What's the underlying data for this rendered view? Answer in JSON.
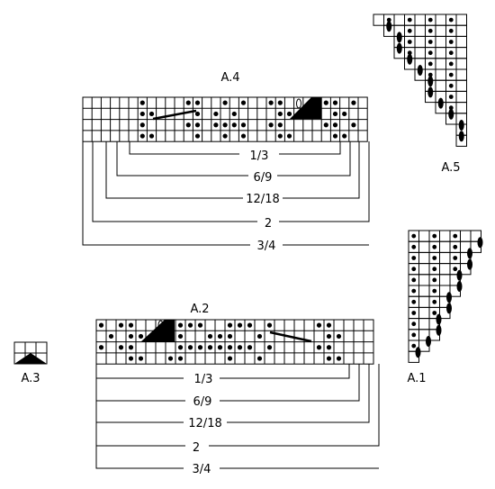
{
  "charts": {
    "a4": {
      "label": "A.4",
      "size_labels": [
        "1/3",
        "6/9",
        "12/18",
        "2",
        "3/4"
      ]
    },
    "a2": {
      "label": "A.2",
      "size_labels": [
        "1/3",
        "6/9",
        "12/18",
        "2",
        "3/4"
      ]
    },
    "a3": {
      "label": "A.3"
    },
    "a5": {
      "label": "A.5"
    },
    "a1": {
      "label": "A.1"
    }
  },
  "symbols": {
    "purl": "purl-dot",
    "increase": "increase-oval",
    "yarn_over": "yarn-over-ring",
    "decrease": "decrease-triangle",
    "cable": "cable-line"
  }
}
